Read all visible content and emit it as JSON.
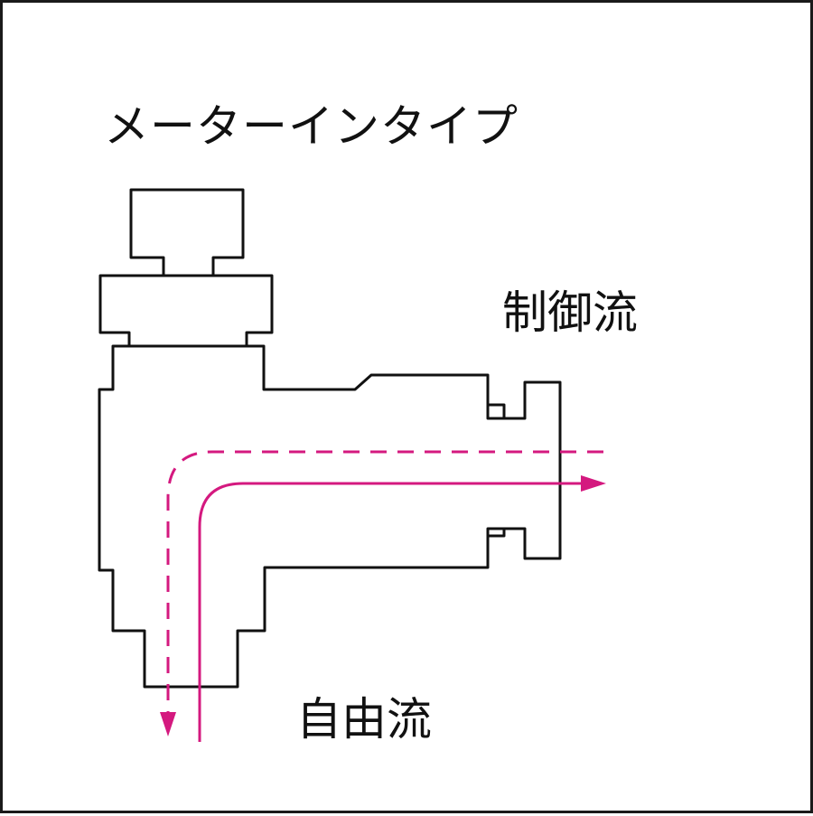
{
  "diagram": {
    "title": "メーターインタイプ",
    "controlled_flow_label": "制御流",
    "free_flow_label": "自由流",
    "colors": {
      "outline": "#111111",
      "flow": "#d4197f",
      "frame": "#1a1a1a"
    },
    "icons": {
      "fitting": "speed-controller-elbow-fitting",
      "controlled_flow": "solid-arrow-right",
      "free_flow": "dashed-arrow-down"
    }
  }
}
